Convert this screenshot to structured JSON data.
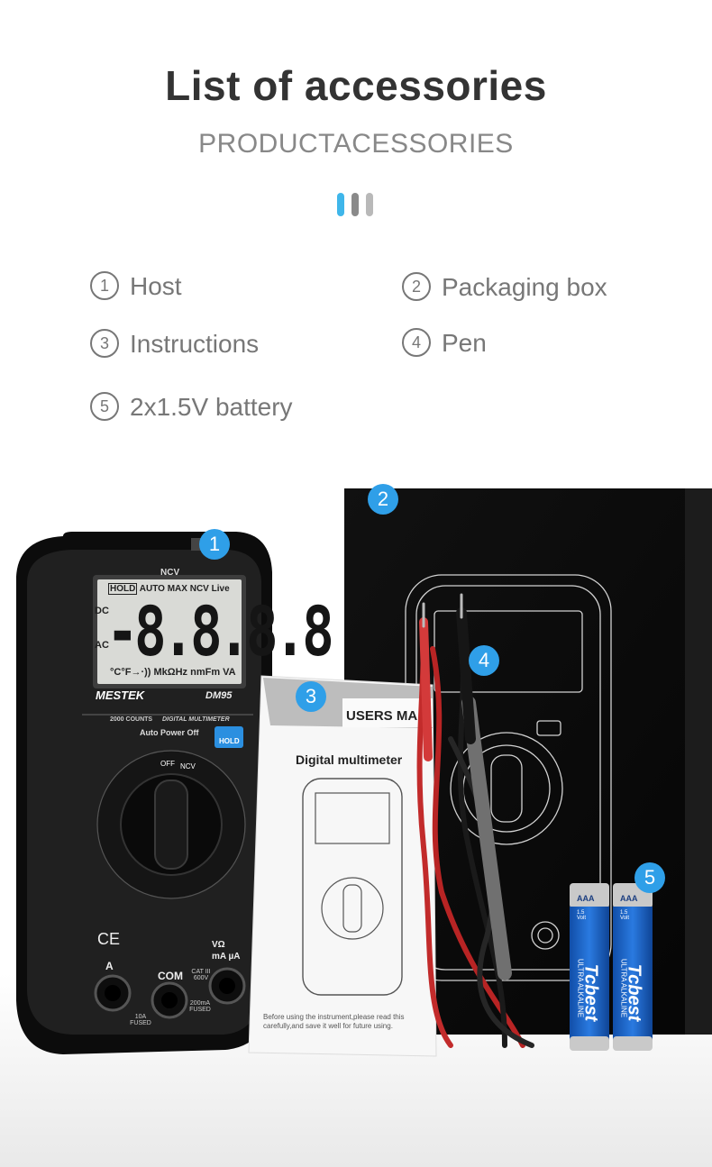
{
  "header": {
    "title": "List of accessories",
    "subtitle": "PRODUCTACESSORIES",
    "bar_colors": [
      "#3fb6ea",
      "#8a8a8a",
      "#b9b9b9"
    ]
  },
  "items": [
    {
      "num": "1",
      "label": "Host"
    },
    {
      "num": "2",
      "label": "Packaging box"
    },
    {
      "num": "3",
      "label": "Instructions"
    },
    {
      "num": "4",
      "label": "Pen"
    },
    {
      "num": "5",
      "label": "2x1.5V battery"
    }
  ],
  "badges": [
    "1",
    "2",
    "3",
    "4",
    "5"
  ],
  "meter": {
    "ncv": "NCV",
    "lcd_flags": [
      "HOLD",
      "AUTO",
      "MAX",
      "NCV",
      "Live"
    ],
    "dc": "DC",
    "ac": "AC",
    "digits": "-8.8.8.8",
    "units": "°C°F→·)) MkΩHz nmFm VA",
    "brand": "MESTEK",
    "model": "DM95",
    "counts": "2000 COUNTS",
    "type": "DIGITAL MULTIMETER",
    "auto_off": "Auto Power Off",
    "hold": "HOLD",
    "dial_off": "OFF",
    "dial_ncv": "NCV",
    "ce": "CE",
    "jack_a": "A",
    "jack_com": "COM",
    "jack_v": "VΩ",
    "jack_ma": "mA µA",
    "fuse_a": "10A FUSED",
    "fuse_ma": "200mA FUSED",
    "cat": "CAT III 600V"
  },
  "manual": {
    "header": "USERS MA",
    "title": "Digital multimeter",
    "note_1": "Before using the instrument,please read this",
    "note_2": "carefully,and save it well for future using."
  },
  "battery": {
    "size": "AAA",
    "voltage": "1.5 Volt",
    "brand": "Tcbest",
    "type": "ULTRA ALKALINE"
  },
  "colors": {
    "badge": "#2f9fe8",
    "title": "#333333",
    "text": "#777777",
    "battery": "#1c63c8"
  }
}
